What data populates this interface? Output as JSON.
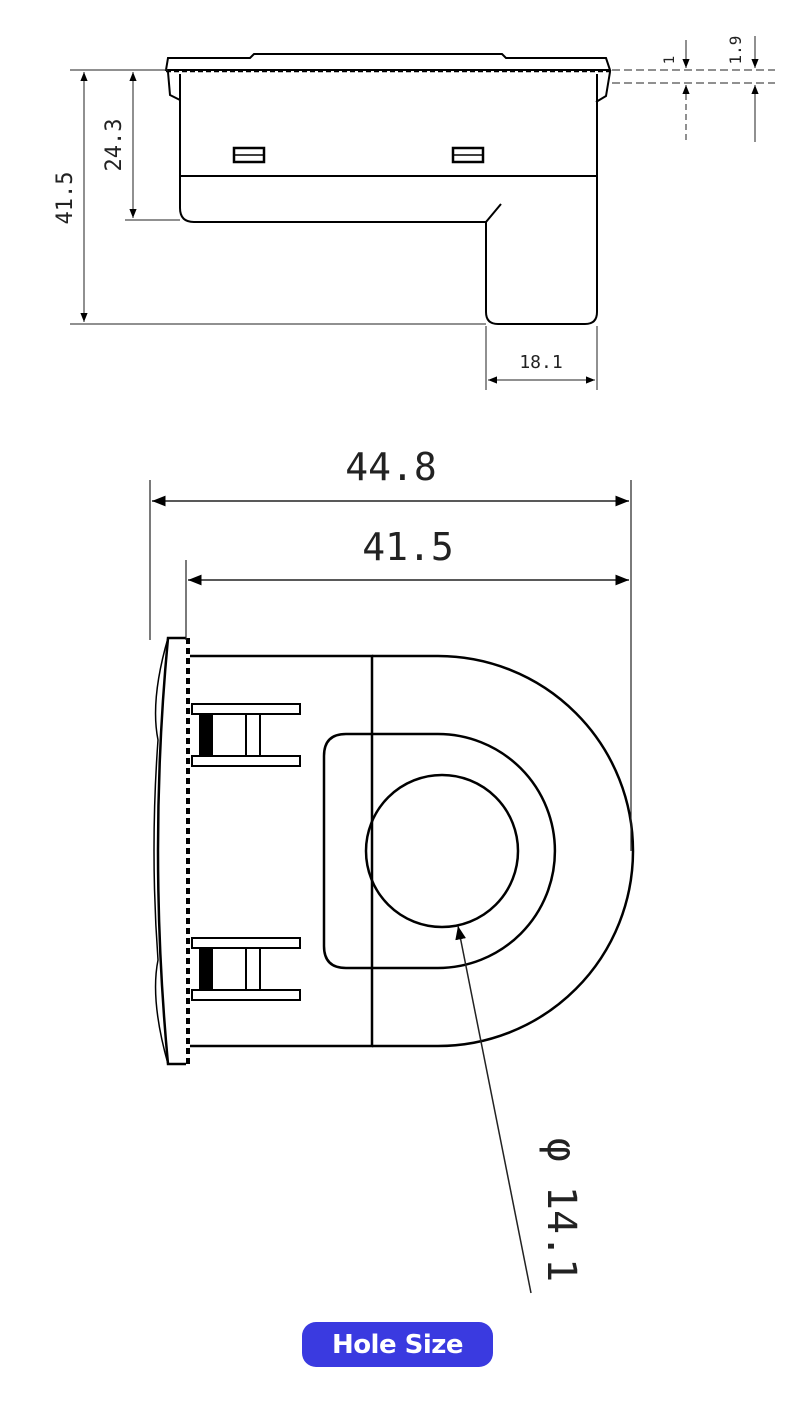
{
  "colors": {
    "line": "#000000",
    "dim": "#222222",
    "badge_bg": "#3a3ae0",
    "badge_text": "#ffffff"
  },
  "side_view": {
    "dims": {
      "total_height": "41.5",
      "body_height": "24.3",
      "foot_width": "18.1",
      "flange": "1",
      "lip": "1.9"
    }
  },
  "front_view": {
    "dims": {
      "outer_width": "44.8",
      "inner_width": "41.5",
      "hole_diameter": "φ 14.1"
    }
  },
  "badge": {
    "label": "Hole Size"
  }
}
